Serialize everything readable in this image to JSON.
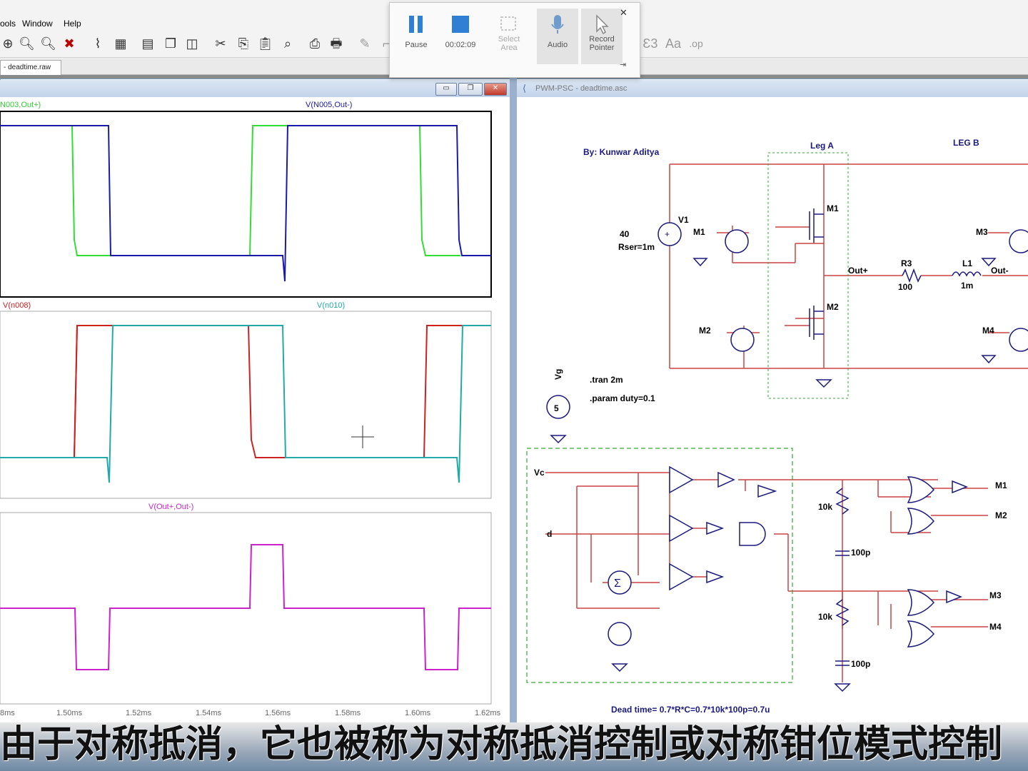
{
  "menu": {
    "tools": "ools",
    "window": "Window",
    "help": "Help"
  },
  "tab": {
    "label": "- deadtime.raw"
  },
  "recorder": {
    "pause": "Pause",
    "time": "00:02:09",
    "select_line1": "Select",
    "select_line2": "Area",
    "audio": "Audio",
    "pointer_line1": "Record",
    "pointer_line2": "Pointer"
  },
  "schematic_window": {
    "title": "PWM-PSC - deadtime.asc"
  },
  "plots": {
    "pane1": {
      "trace1": "N003,Out+)",
      "trace2": "V(N005,Out-)"
    },
    "pane2": {
      "trace1": "V(n008)",
      "trace2": "V(n010)"
    },
    "pane3": {
      "trace1": "V(Out+,Out-)"
    },
    "xticks": [
      "8ms",
      "1.50ms",
      "1.52ms",
      "1.54ms",
      "1.56ms",
      "1.58ms",
      "1.60ms",
      "1.62ms"
    ],
    "colors": {
      "green": "#33dd33",
      "blue": "#1a1aa8",
      "red": "#cc2222",
      "cyan": "#22aaaa",
      "magenta": "#cc22cc"
    }
  },
  "schematic": {
    "author": "By: Kunwar Aditya",
    "leg_a": "Leg A",
    "leg_b": "LEG B",
    "v1": "V1",
    "v1_value": "40",
    "v1_rser": "Rser=1m",
    "m1_src": "M1",
    "m1_fet": "M1",
    "m2_src": "M2",
    "m2_fet": "M2",
    "m3_src": "M3",
    "m4_src": "M4",
    "out_plus": "Out+",
    "out_minus": "Out-",
    "r3": "R3",
    "r3_value": "100",
    "l1": "L1",
    "l1_value": "1m",
    "tran": ".tran 2m",
    "param": ".param duty=0.1",
    "vg": "Vg",
    "vg_value": "5",
    "vc": "Vc",
    "d": "d",
    "r_10k_1": "10k",
    "r_10k_2": "10k",
    "c_100p_1": "100p",
    "c_100p_2": "100p",
    "out_m1": "M1",
    "out_m2": "M2",
    "out_m3": "M3",
    "out_m4": "M4",
    "dead_time": "Dead time= 0.7*R*C=0.7*10k*100p=0.7u"
  },
  "subtitle": "由于对称抵消，它也被称为对称抵消控制或对称钳位模式控制"
}
